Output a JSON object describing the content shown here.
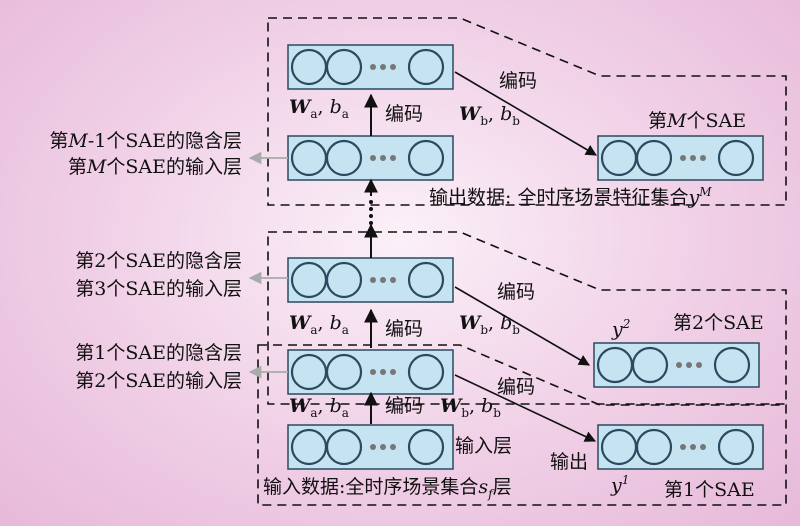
{
  "colors": {
    "box_fill": "#c5e3f0",
    "box_stroke": "#2b4a5f",
    "arrow": "#111111",
    "side_arrow": "#aaaaaa"
  },
  "side_labels": {
    "top_line1_pre": "第",
    "top_line1_var": "M",
    "top_line1_post": "-1个SAE的隐含层",
    "top_line2_pre": "第",
    "top_line2_var": "M",
    "top_line2_post": "个SAE的输入层",
    "mid_line1": "第2个SAE的隐含层",
    "mid_line2": "第3个SAE的输入层",
    "bot_line1": "第1个SAE的隐含层",
    "bot_line2": "第2个SAE的输入层"
  },
  "params": {
    "W": "W",
    "b": "b",
    "sub_a": "a",
    "sub_b": "b",
    "sep": ", "
  },
  "encode_label": "编码",
  "top_group": {
    "title_pre": "第",
    "title_var": "M",
    "title_post": "个SAE",
    "output_text": "输出数据: 全时序场景特征集合",
    "output_var": "y",
    "output_sup": "M"
  },
  "mid_group": {
    "title": "第2个SAE",
    "out_var": "y",
    "out_sup": "2"
  },
  "bot_group": {
    "title": "第1个SAE",
    "out_var": "y",
    "out_sup": "1",
    "input_layer": "输入层",
    "output_label": "输出",
    "input_data_text": "输入数据:全时序场景集合",
    "input_var": "s",
    "input_sub": "f",
    "input_suffix": "层"
  }
}
